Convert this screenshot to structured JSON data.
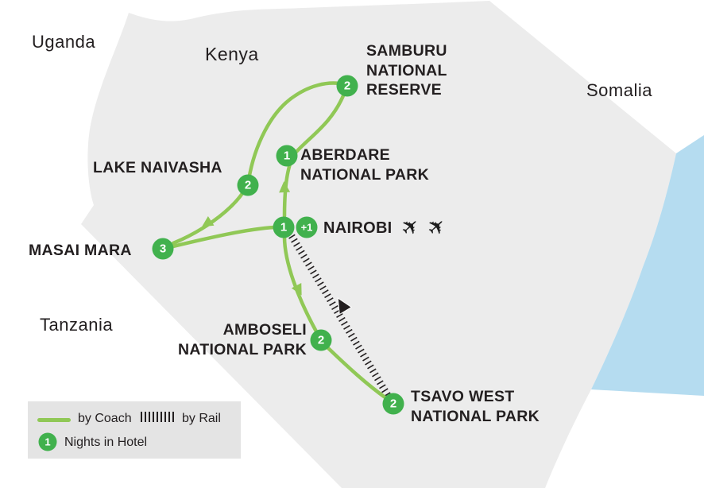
{
  "colors": {
    "land": "#ececec",
    "water": "#b5dcf0",
    "route": "#90c856",
    "badge": "#41b14d",
    "rail": "#231f20",
    "text": "#231f20",
    "legend_bg": "#e4e4e4"
  },
  "countries": [
    {
      "name": "Uganda"
    },
    {
      "name": "Kenya"
    },
    {
      "name": "Somalia"
    },
    {
      "name": "Tanzania"
    }
  ],
  "stops": [
    {
      "id": "samburu",
      "label": "SAMBURU\nNATIONAL\nRESERVE",
      "nights": "2"
    },
    {
      "id": "aberdare",
      "label": "ABERDARE\nNATIONAL PARK",
      "nights": "1"
    },
    {
      "id": "lake-naivasha",
      "label": "LAKE NAIVASHA",
      "nights": "2"
    },
    {
      "id": "masai-mara",
      "label": "MASAI MARA",
      "nights": "3"
    },
    {
      "id": "nairobi",
      "label": "NAIROBI",
      "nights": "1",
      "extra_nights": "+1",
      "plane_icons": [
        "✈",
        "✈"
      ]
    },
    {
      "id": "amboseli",
      "label": "AMBOSELI\nNATIONAL PARK",
      "nights": "2"
    },
    {
      "id": "tsavo-west",
      "label": "TSAVO WEST\nNATIONAL PARK",
      "nights": "2"
    }
  ],
  "legend": {
    "coach_label": "by Coach",
    "rail_label": "by Rail",
    "nights_label": "Nights in Hotel",
    "nights_badge": "1"
  }
}
